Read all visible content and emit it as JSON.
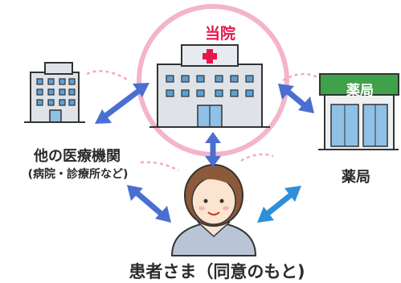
{
  "diagram": {
    "main_hospital": {
      "label": "当院",
      "label_color": "#e6174a",
      "circle_color": "#f2a8c4"
    },
    "other_institutions": {
      "label": "他の医療機関",
      "sublabel": "(病院・診療所など)"
    },
    "pharmacy": {
      "label": "薬局",
      "sign_text": "薬局",
      "sign_color": "#3fa24a"
    },
    "patient": {
      "label": "患者さま（同意のもと)"
    },
    "colors": {
      "arrow_blue": "#4a6fd0",
      "arrow_lightblue": "#2f8fd8",
      "dashed_pink": "#f2a8c4",
      "building_gray": "#dfe3e8",
      "window_blue": "#5aa0d8",
      "cross_red": "#e6174a"
    },
    "icons": [
      "hospital-building-icon",
      "clinic-building-icon",
      "pharmacy-store-icon",
      "patient-woman-icon"
    ]
  }
}
